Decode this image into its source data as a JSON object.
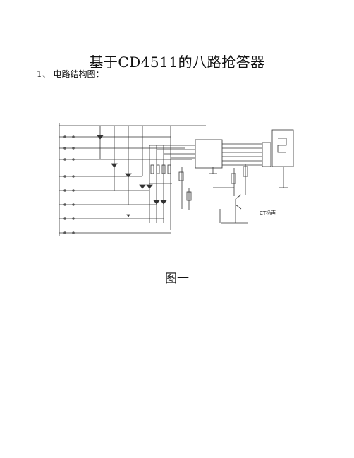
{
  "document": {
    "title": "基于CD4511的八路抢答器",
    "section_heading": "1、 电路结构图：",
    "figure_caption": "图一"
  },
  "schematic": {
    "ct_label": "CT扬声"
  }
}
